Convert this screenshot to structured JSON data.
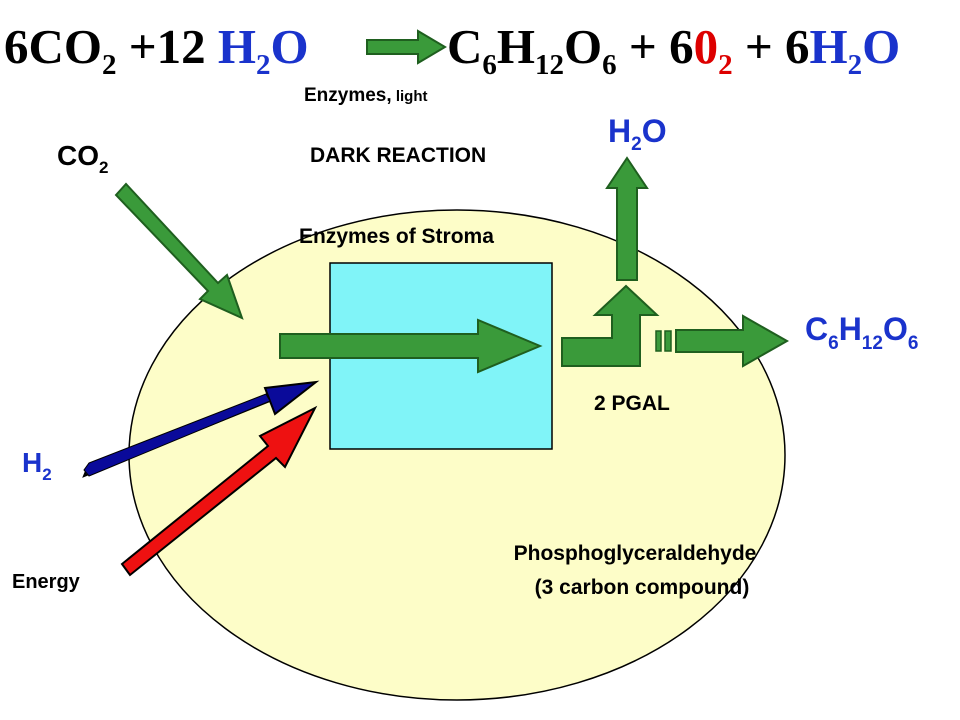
{
  "equation": {
    "left": {
      "co2": {
        "coef": "6CO",
        "sub": "2"
      },
      "plus": " +12 ",
      "water": {
        "main": "H",
        "sub": "2",
        "tail": "O"
      }
    },
    "right": {
      "glucose": {
        "c": "C",
        "c_sub": "6",
        "h": "H",
        "h_sub": "12",
        "o": "O",
        "o_sub": "6"
      },
      "plus1": " + ",
      "oxygen": {
        "coef": "6",
        "zero": "0",
        "sub": "2"
      },
      "plus2": " + ",
      "water": {
        "coef": "6",
        "h": "H",
        "h_sub": "2",
        "o": "O"
      }
    }
  },
  "enzymes_light": {
    "main": "Enzymes",
    "comma": ",",
    "light": " light"
  },
  "dark_reaction": "DARK REACTION",
  "enzymes_stroma": "Enzymes of Stroma",
  "inputs": {
    "co2": {
      "main": "CO",
      "sub": "2"
    },
    "h2": {
      "main": "H",
      "sub": "2"
    },
    "energy": "Energy"
  },
  "outputs": {
    "water": {
      "h": "H",
      "h_sub": "2",
      "o": "O"
    },
    "glucose": {
      "c": "C",
      "c_sub": "6",
      "h": "H",
      "h_sub": "12",
      "o": "O",
      "o_sub": "6"
    }
  },
  "pgal": "2 PGAL",
  "phospho": {
    "line1": "Phosphoglyceraldehyde",
    "line2": "(3 carbon compound)"
  },
  "colors": {
    "arrow_green": "#3a9a3a",
    "arrow_green_edge": "#1f5f1f",
    "arrow_blue": "#0a0a9a",
    "arrow_red": "#ee1111",
    "blue_text": "#1a33cc",
    "red_text": "#dd0000",
    "ellipse_fill": "#fdfdc8",
    "stroma_box": "#80f4f8"
  }
}
